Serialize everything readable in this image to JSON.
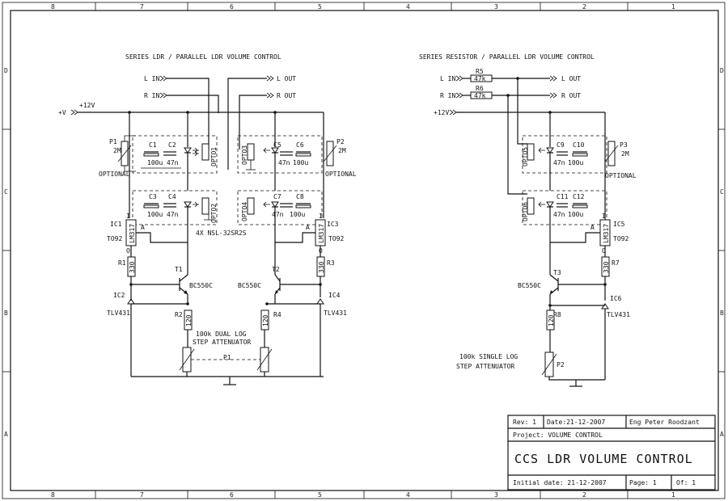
{
  "frame": {
    "top_zones": [
      "8",
      "7",
      "6",
      "5",
      "4",
      "3",
      "2",
      "1"
    ],
    "bottom_zones": [
      "8",
      "7",
      "6",
      "5",
      "4",
      "3",
      "2",
      "1"
    ],
    "left_zones": [
      "D",
      "C",
      "B",
      "A"
    ],
    "right_zones": [
      "D",
      "C",
      "B",
      "A"
    ]
  },
  "left_circuit": {
    "title": "SERIES LDR / PARALLEL LDR VOLUME CONTROL",
    "l_in": "L IN",
    "r_in": "R IN",
    "l_out": "L OUT",
    "r_out": "R OUT",
    "vplus": "+V",
    "v12": "+12V",
    "p1": "P1",
    "p1_val": "2M",
    "p1_opt": "OPTIONAL",
    "p2": "P2",
    "p2_val": "2M",
    "p2_opt": "OPTIONAL",
    "c1": "C1",
    "c1_val": "100u",
    "c2": "C2",
    "c2_val": "47n",
    "c3": "C3",
    "c3_val": "100u",
    "c4": "C4",
    "c4_val": "47n",
    "c5": "C5",
    "c5_val": "47n",
    "c6": "C6",
    "c6_val": "100u",
    "c7": "C7",
    "c7_val": "47n",
    "c8": "C8",
    "c8_val": "100u",
    "opt1": "OPTO1",
    "opt2": "OPTO2",
    "opt3": "OPTO3",
    "opt4": "OPTO4",
    "nsl": "4X NSL-32SR2S",
    "ic1": "IC1",
    "ic1_type": "LM317",
    "ic1_pkg": "TO92",
    "ic3": "IC3",
    "ic3_type": "LM317",
    "ic3_pkg": "TO92",
    "pin_i": "I",
    "pin_a": "A",
    "pin_o": "O",
    "r1": "R1",
    "r1_val": "330",
    "r3": "R3",
    "r3_val": "330",
    "t1": "T1",
    "t1_type": "BC550C",
    "t2": "T2",
    "t2_type": "BC550C",
    "ic2": "IC2",
    "ic2_type": "TLV431",
    "ic4": "IC4",
    "ic4_type": "TLV431",
    "r2": "R2",
    "r2_val": "120",
    "r4": "R4",
    "r4_val": "120",
    "att_line1": "100k DUAL LOG",
    "att_line2": "STEP ATTENUATOR",
    "p1b": "P1"
  },
  "right_circuit": {
    "title": "SERIES RESISTOR / PARALLEL LDR VOLUME CONTROL",
    "l_in": "L IN",
    "r_in": "R IN",
    "l_out": "L OUT",
    "r_out": "R OUT",
    "v12": "+12V",
    "r5": "R5",
    "r5_val": "47k",
    "r6": "R6",
    "r6_val": "47k",
    "opt5": "OPTO5",
    "opt6": "OPTO6",
    "c9": "C9",
    "c9_val": "47n",
    "c10": "C10",
    "c10_val": "100u",
    "c11": "C11",
    "c11_val": "47n",
    "c12": "C12",
    "c12_val": "100u",
    "p3": "P3",
    "p3_val": "2M",
    "p3_opt": "OPTIONAL",
    "ic5": "IC5",
    "ic5_type": "LM317",
    "ic5_pkg": "TO92",
    "pin_i": "I",
    "pin_a": "A",
    "pin_o": "O",
    "r7": "R7",
    "r7_val": "330",
    "t3": "T3",
    "t3_type": "BC550C",
    "ic6": "IC6",
    "ic6_type": "TLV431",
    "r8": "R8",
    "r8_val": "120",
    "att_line1": "100k SINGLE LOG",
    "att_line2": "STEP ATTENUATOR",
    "p2": "P2"
  },
  "title_block": {
    "rev": "Rev: 1",
    "date": "Date:21-12-2007",
    "engineer": "Eng Peter Roodzant",
    "project": "Project: VOLUME CONTROL",
    "title": "CCS LDR VOLUME CONTROL",
    "initial_date": "Initial date: 21-12-2007",
    "page": "Page: 1",
    "of": "Of: 1"
  }
}
